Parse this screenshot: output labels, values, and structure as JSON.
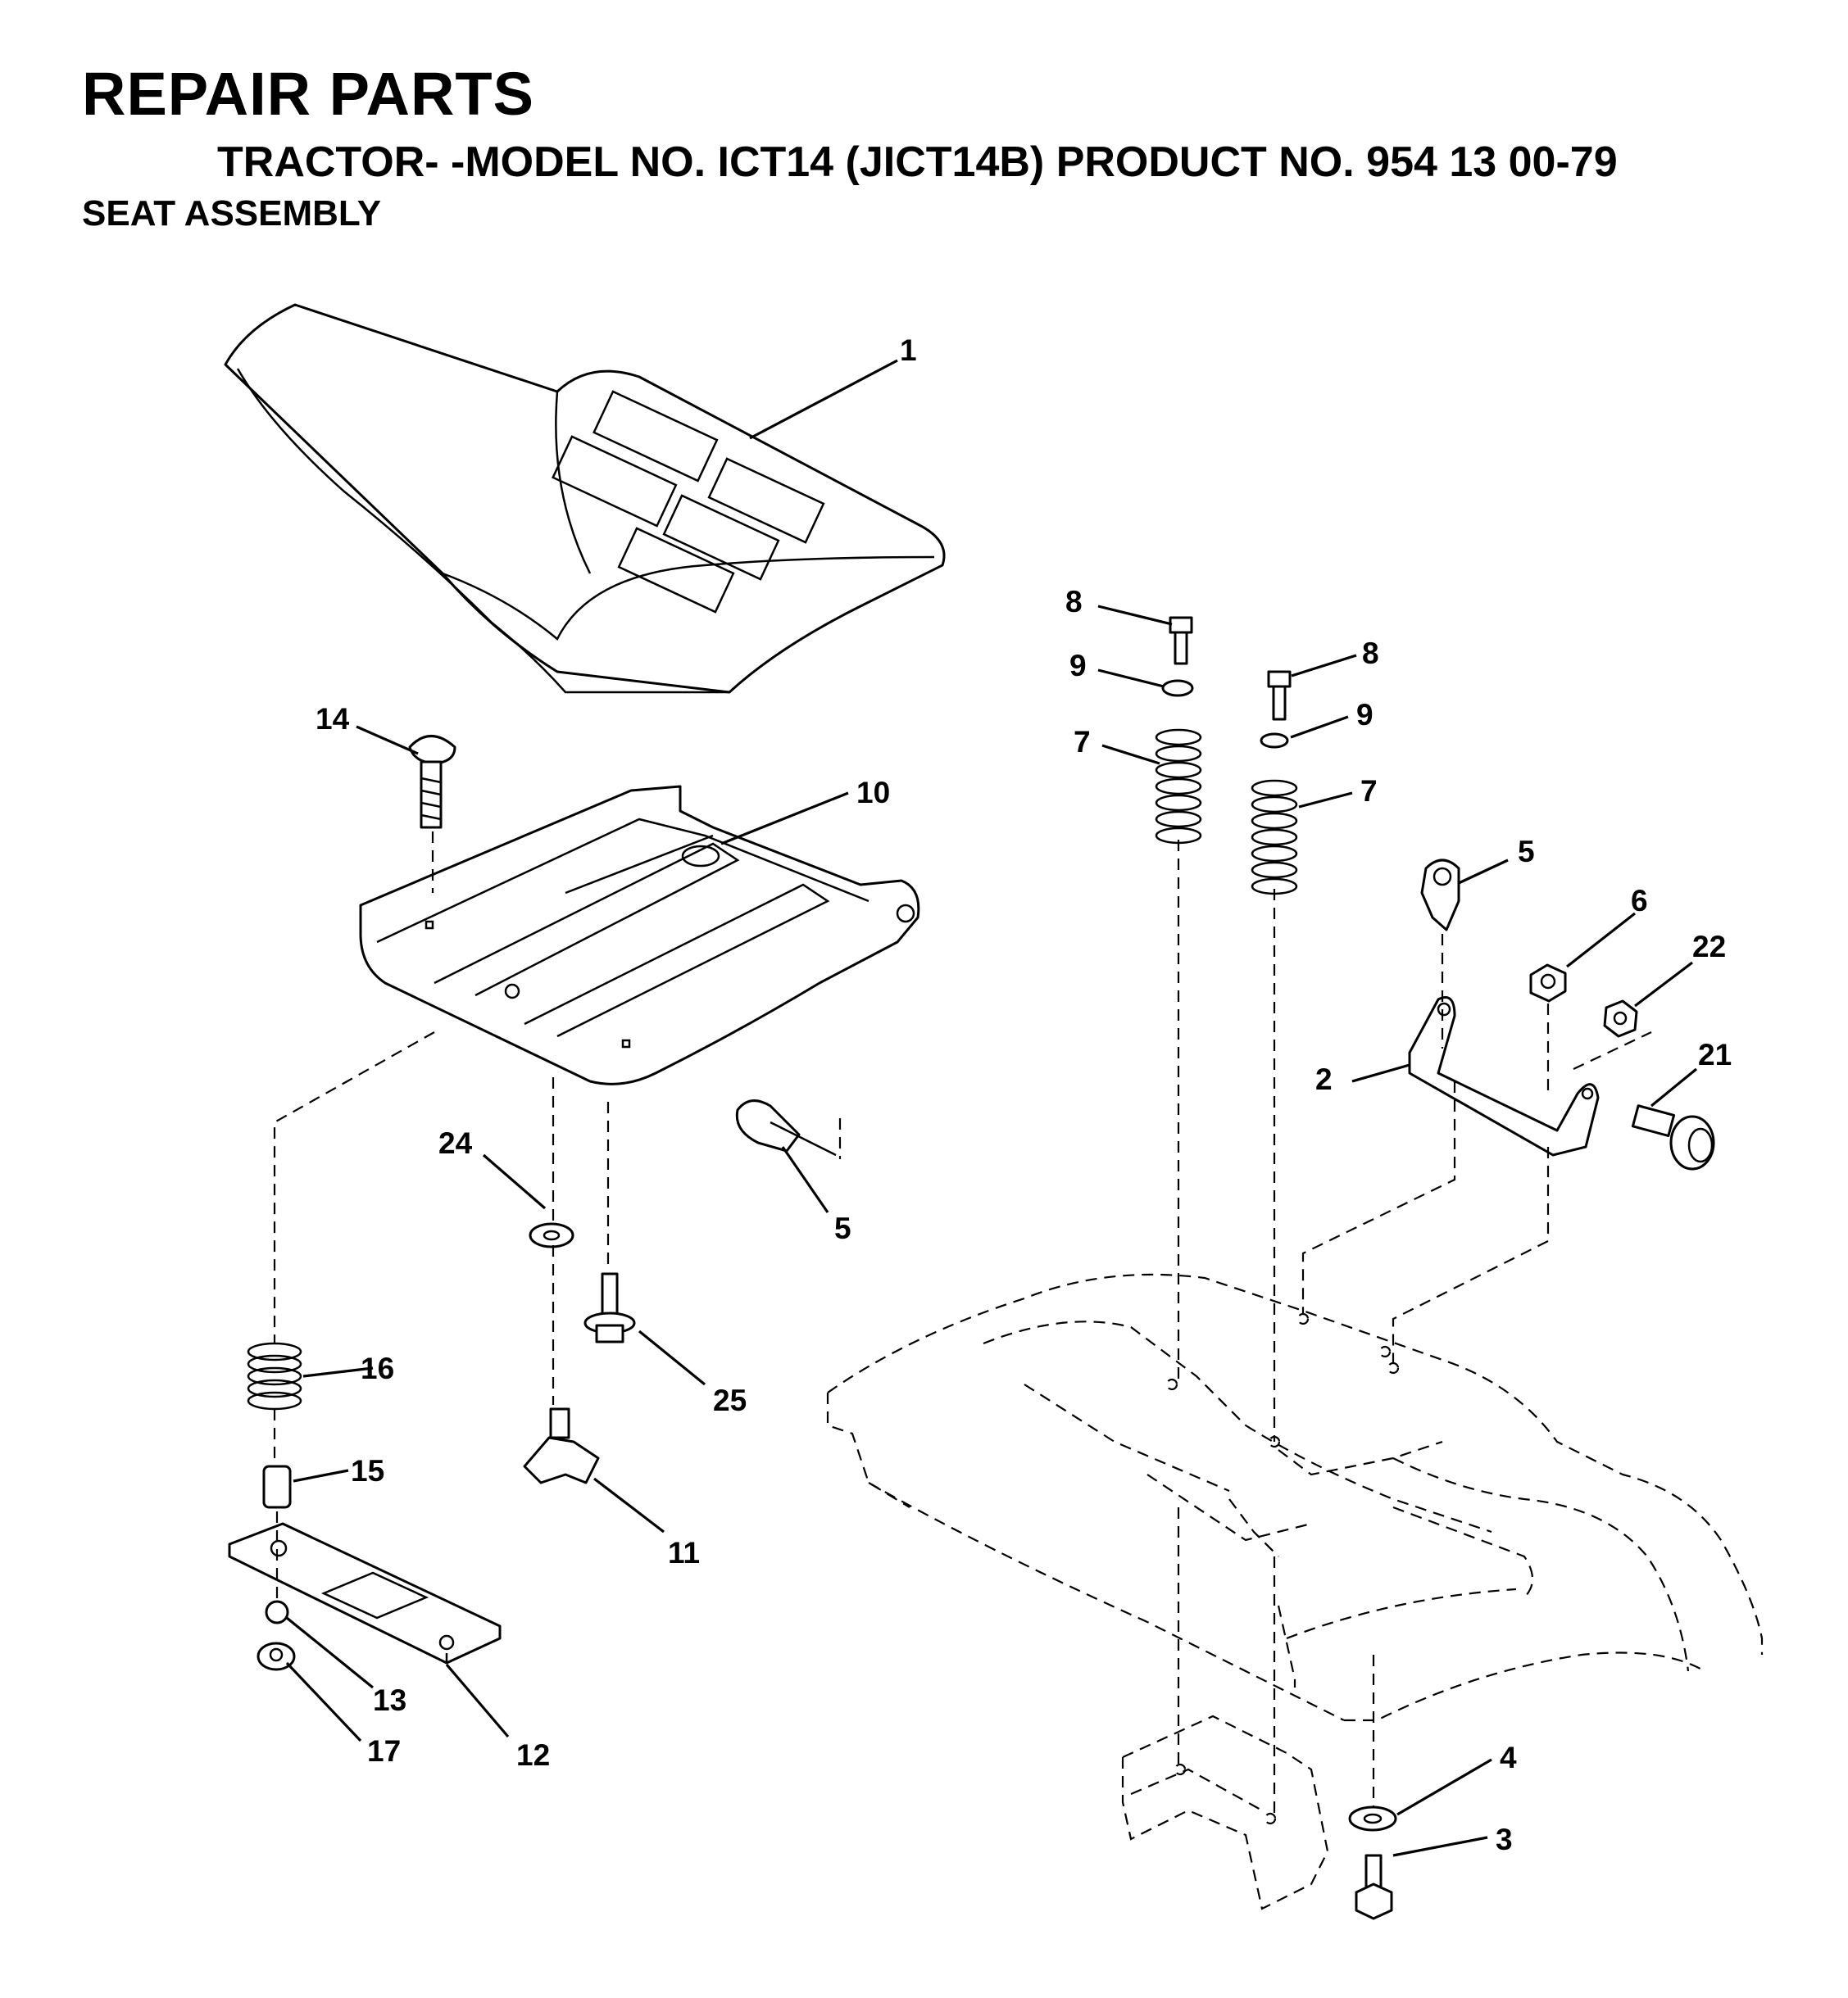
{
  "header": {
    "title": "REPAIR PARTS",
    "subtitle": "TRACTOR- -MODEL NO. ICT14 (JICT14B) PRODUCT NO. 954 13 00-79",
    "section": "SEAT ASSEMBLY"
  },
  "callouts": {
    "c1": "1",
    "c2": "2",
    "c3": "3",
    "c4": "4",
    "c5a": "5",
    "c5b": "5",
    "c6": "6",
    "c7a": "7",
    "c7b": "7",
    "c8a": "8",
    "c8b": "8",
    "c9a": "9",
    "c9b": "9",
    "c10": "10",
    "c11": "11",
    "c12": "12",
    "c13": "13",
    "c14": "14",
    "c15": "15",
    "c16": "16",
    "c17": "17",
    "c21": "21",
    "c22": "22",
    "c24": "24",
    "c25": "25"
  }
}
